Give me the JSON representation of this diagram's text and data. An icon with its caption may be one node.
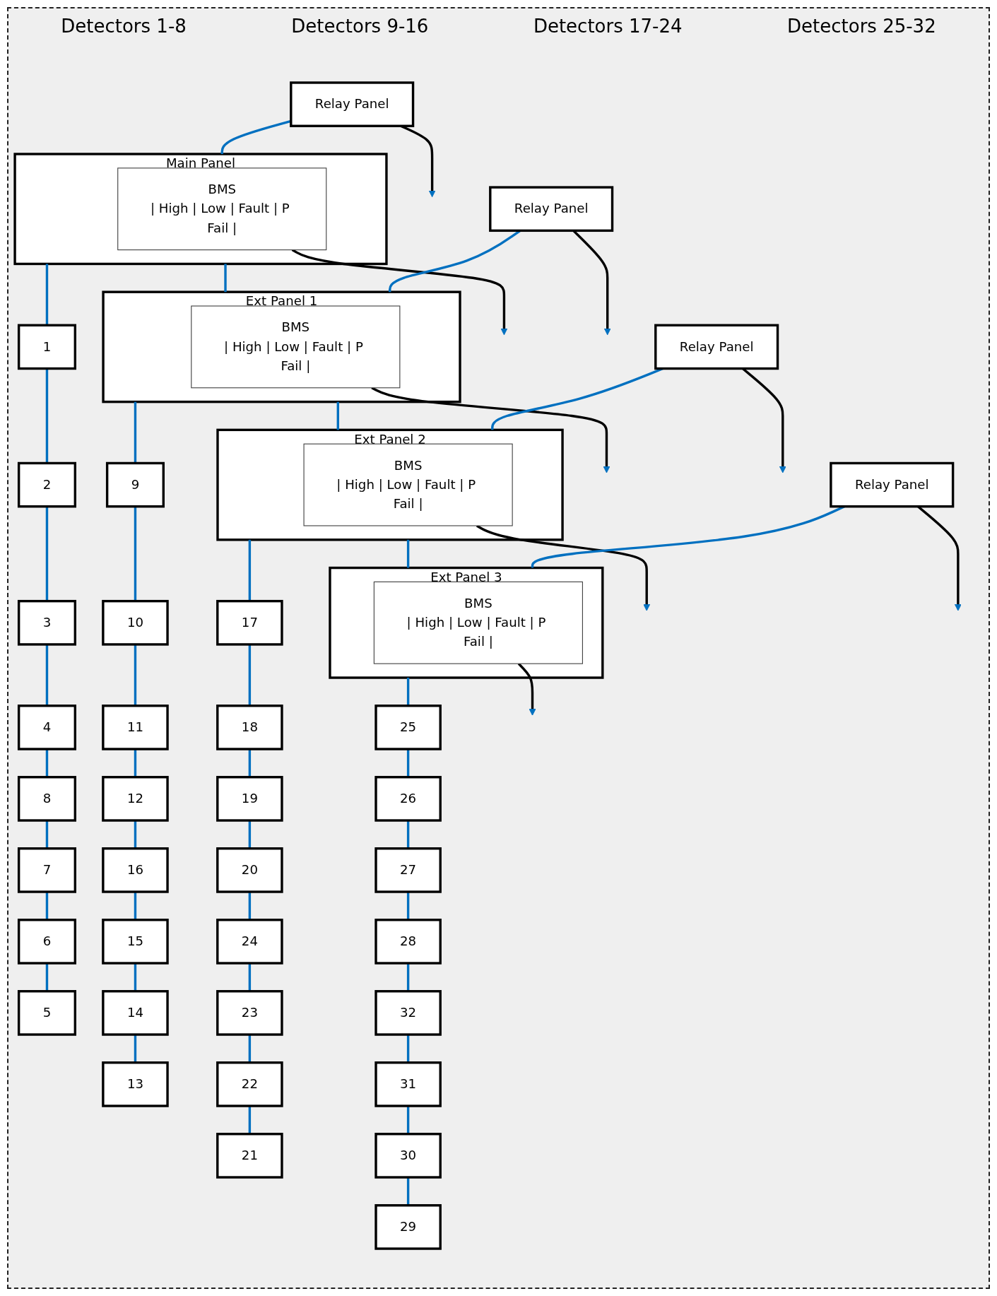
{
  "diagram": {
    "nodes": [
      {
        "text": [
          "Relay Panel"
        ]
      },
      {
        "text": [
          "Main Panel"
        ]
      },
      {
        "text": [
          "BMS",
          "| High | Low | Fault | P Fail |"
        ],
        "in": 1
      },
      {
        "text": [
          "1"
        ]
      },
      {
        "text": [
          "2"
        ]
      },
      {
        "text": [
          "3"
        ]
      },
      {
        "text": [
          "4"
        ]
      },
      {
        "text": [
          "5"
        ]
      },
      {
        "text": [
          "6"
        ]
      },
      {
        "text": [
          "7"
        ]
      },
      {
        "text": [
          "8"
        ]
      },
      {
        "text": [
          "Relay Panel"
        ]
      },
      {
        "text": [
          "Ext Panel 1"
        ]
      },
      {
        "text": [
          "BMS",
          "| High | Low | Fault | P Fail |"
        ],
        "in": 12
      },
      {
        "text": [
          "9"
        ]
      },
      {
        "text": [
          "10"
        ]
      },
      {
        "text": [
          "11"
        ]
      },
      {
        "text": [
          "12"
        ]
      },
      {
        "text": [
          "13"
        ]
      },
      {
        "text": [
          "14"
        ]
      },
      {
        "text": [
          "15"
        ]
      },
      {
        "text": [
          "16"
        ]
      },
      {
        "text": [
          "Relay Panel"
        ]
      },
      {
        "text": [
          "Ext Panel 2"
        ]
      },
      {
        "text": [
          "BMS",
          "| High | Low | Fault | P Fail |"
        ],
        "in": 23
      },
      {
        "text": [
          "17"
        ]
      },
      {
        "text": [
          "18"
        ]
      },
      {
        "text": [
          "19"
        ]
      },
      {
        "text": [
          "20"
        ]
      },
      {
        "text": [
          "21"
        ]
      },
      {
        "text": [
          "22"
        ]
      },
      {
        "text": [
          "23"
        ]
      },
      {
        "text": [
          "24"
        ]
      },
      {
        "text": [
          "Relay Panel"
        ]
      },
      {
        "text": [
          "Ext Panel 3"
        ]
      },
      {
        "text": [
          "BMS",
          "| High | Low | Fault | P Fail |"
        ],
        "in": 34
      },
      {
        "text": [
          "25"
        ]
      },
      {
        "text": [
          "26"
        ]
      },
      {
        "text": [
          "27"
        ]
      },
      {
        "text": [
          "28"
        ]
      },
      {
        "text": [
          "29"
        ]
      },
      {
        "text": [
          "30"
        ]
      },
      {
        "text": [
          "31"
        ]
      },
      {
        "text": [
          "32"
        ]
      }
    ],
    "edges": [
      {
        "from": 0,
        "to": null,
        "arrow": "to",
        "color": "#000000"
      },
      {
        "from": 2,
        "to": null,
        "arrow": "to",
        "color": "#000000"
      },
      {
        "from": 0,
        "to": 1,
        "arrow": "none"
      },
      {
        "from": 1,
        "to": 3,
        "arrow": "none"
      },
      {
        "from": 3,
        "to": 4,
        "arrow": "none"
      },
      {
        "from": 4,
        "to": 5,
        "arrow": "none"
      },
      {
        "from": 5,
        "to": 6,
        "arrow": "none"
      },
      {
        "from": 6,
        "to": 10,
        "arrow": "none"
      },
      {
        "from": 10,
        "to": 9,
        "arrow": "none"
      },
      {
        "from": 9,
        "to": 8,
        "arrow": "none"
      },
      {
        "from": 8,
        "to": 7,
        "arrow": "none"
      },
      {
        "from": 1,
        "to": 12,
        "arrow": "none"
      },
      {
        "from": 11,
        "to": null,
        "arrow": "to",
        "color": "#000000"
      },
      {
        "from": 13,
        "to": null,
        "arrow": "to",
        "color": "#000000"
      },
      {
        "from": 11,
        "to": 12,
        "arrow": "none"
      },
      {
        "from": 12,
        "to": 14,
        "arrow": "none"
      },
      {
        "from": 14,
        "to": 15,
        "arrow": "none"
      },
      {
        "from": 15,
        "to": 16,
        "arrow": "none"
      },
      {
        "from": 16,
        "to": 17,
        "arrow": "none"
      },
      {
        "from": 17,
        "to": 21,
        "arrow": "none"
      },
      {
        "from": 21,
        "to": 20,
        "arrow": "none"
      },
      {
        "from": 20,
        "to": 19,
        "arrow": "none"
      },
      {
        "from": 19,
        "to": 18,
        "arrow": "none"
      },
      {
        "from": 12,
        "to": 23,
        "arrow": "none"
      },
      {
        "from": 22,
        "to": null,
        "arrow": "to",
        "color": "#000000"
      },
      {
        "from": 24,
        "to": null,
        "arrow": "to",
        "color": "#000000"
      },
      {
        "from": 22,
        "to": 23,
        "arrow": "none"
      },
      {
        "from": 23,
        "to": 25,
        "arrow": "none"
      },
      {
        "from": 25,
        "to": 26,
        "arrow": "none"
      },
      {
        "from": 26,
        "to": 27,
        "arrow": "none"
      },
      {
        "from": 27,
        "to": 28,
        "arrow": "none"
      },
      {
        "from": 28,
        "to": 32,
        "arrow": "none"
      },
      {
        "from": 32,
        "to": 31,
        "arrow": "none"
      },
      {
        "from": 31,
        "to": 30,
        "arrow": "none"
      },
      {
        "from": 30,
        "to": 29,
        "arrow": "none"
      },
      {
        "from": 23,
        "to": 34,
        "arrow": "none"
      },
      {
        "from": 33,
        "to": null,
        "arrow": "to",
        "color": "#000000"
      },
      {
        "from": 35,
        "to": null,
        "arrow": "to",
        "color": "#000000"
      },
      {
        "from": 33,
        "to": 34,
        "arrow": "none"
      },
      {
        "from": 34,
        "to": 36,
        "arrow": "none"
      },
      {
        "from": 36,
        "to": 37,
        "arrow": "none"
      },
      {
        "from": 37,
        "to": 38,
        "arrow": "none"
      },
      {
        "from": 38,
        "to": 39,
        "arrow": "none"
      },
      {
        "from": 39,
        "to": 43,
        "arrow": "none"
      },
      {
        "from": 43,
        "to": 42,
        "arrow": "none"
      },
      {
        "from": 42,
        "to": 41,
        "arrow": "none"
      },
      {
        "from": 41,
        "to": 40,
        "arrow": "none"
      }
    ],
    "labels": [
      "Detectors 1-8",
      "Detectors 9-16",
      "Detectors 17-24",
      "Detectors 25-32"
    ]
  }
}
